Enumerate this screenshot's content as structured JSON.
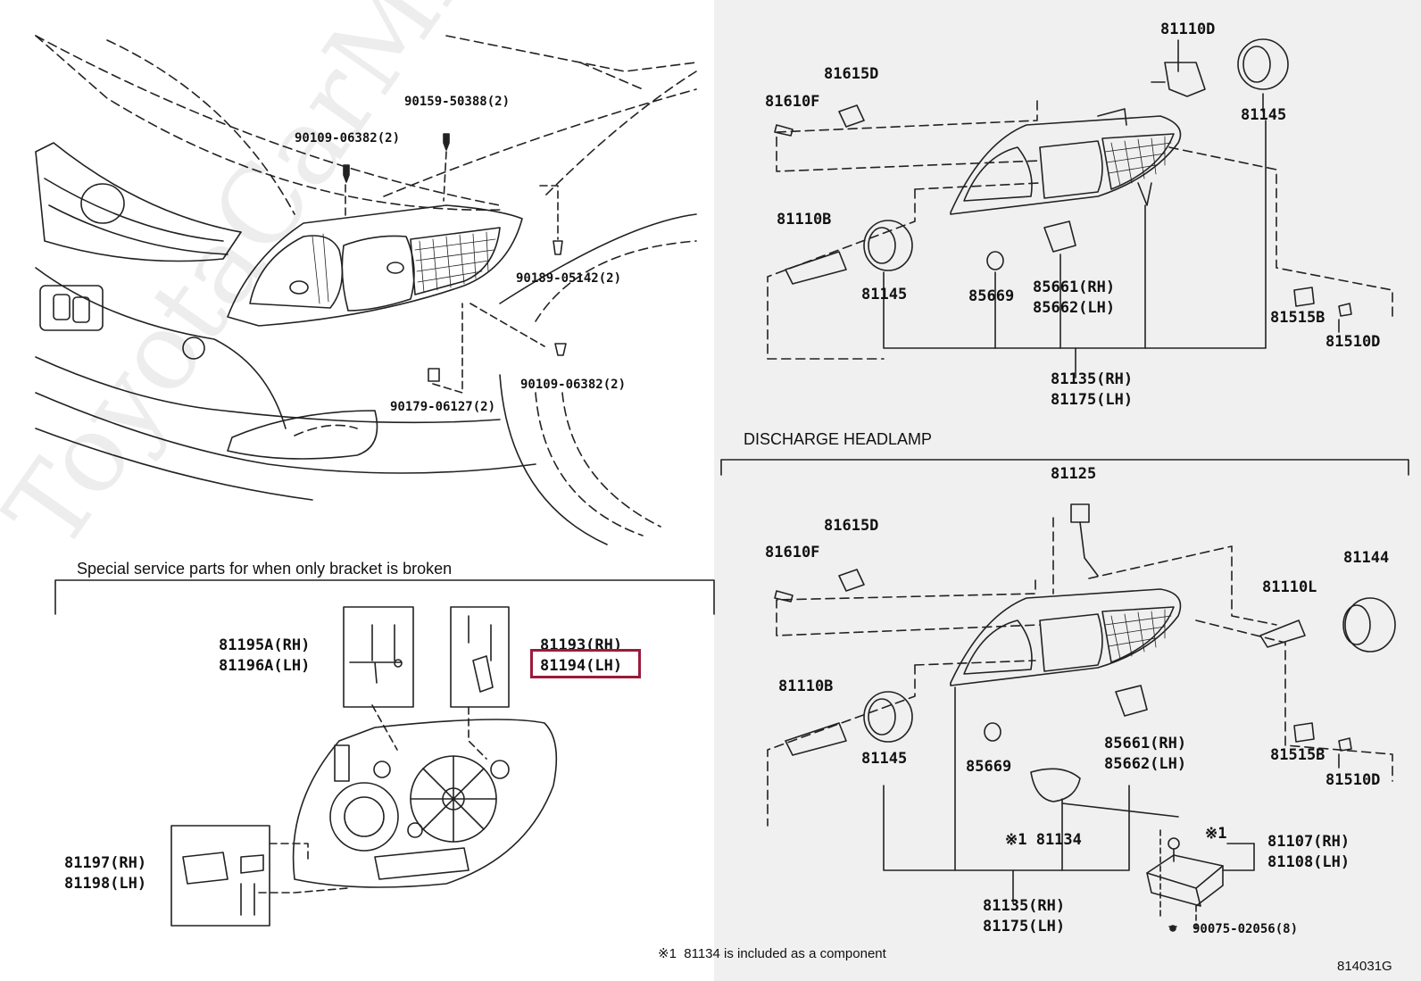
{
  "watermark": "ToyotaCarMine.ru",
  "left_top_labels": {
    "p90159": "90159-50388(2)",
    "p90109a": "90109-06382(2)",
    "p90189": "90189-05142(2)",
    "p90109b": "90109-06382(2)",
    "p90179": "90179-06127(2)"
  },
  "special": {
    "title": "Special service parts for when only bracket is broken",
    "p81195": "81195A(RH)",
    "p81196": "81196A(LH)",
    "p81193": "81193(RH)",
    "p81194": "81194(LH)",
    "p81197": "81197(RH)",
    "p81198": "81198(LH)"
  },
  "upper_right": {
    "p81110d": "81110D",
    "p81615d": "81615D",
    "p81610f": "81610F",
    "p81145_top": "81145",
    "p81110b": "81110B",
    "p81145": "81145",
    "p85669": "85669",
    "p85661": "85661(RH)",
    "p85662": "85662(LH)",
    "p81515b": "81515B",
    "p81510d": "81510D",
    "p81135": "81135(RH)",
    "p81175": "81175(LH)"
  },
  "discharge": {
    "title": "DISCHARGE HEADLAMP",
    "p81125": "81125",
    "p81615d": "81615D",
    "p81610f": "81610F",
    "p81144": "81144",
    "p81110l": "81110L",
    "p81110b": "81110B",
    "p81145": "81145",
    "p85669": "85669",
    "p85661": "85661(RH)",
    "p85662": "85662(LH)",
    "p81515b": "81515B",
    "p81510d": "81510D",
    "p81134": "※1 81134",
    "mark1": "※1",
    "p81107": "81107(RH)",
    "p81108": "81108(LH)",
    "p81135": "81135(RH)",
    "p81175": "81175(LH)",
    "p90075": "90075-02056(8)"
  },
  "footnote": "※1  81134 is included as a component",
  "figure_id": "814031G",
  "highlight_color": "#9b1b3a"
}
